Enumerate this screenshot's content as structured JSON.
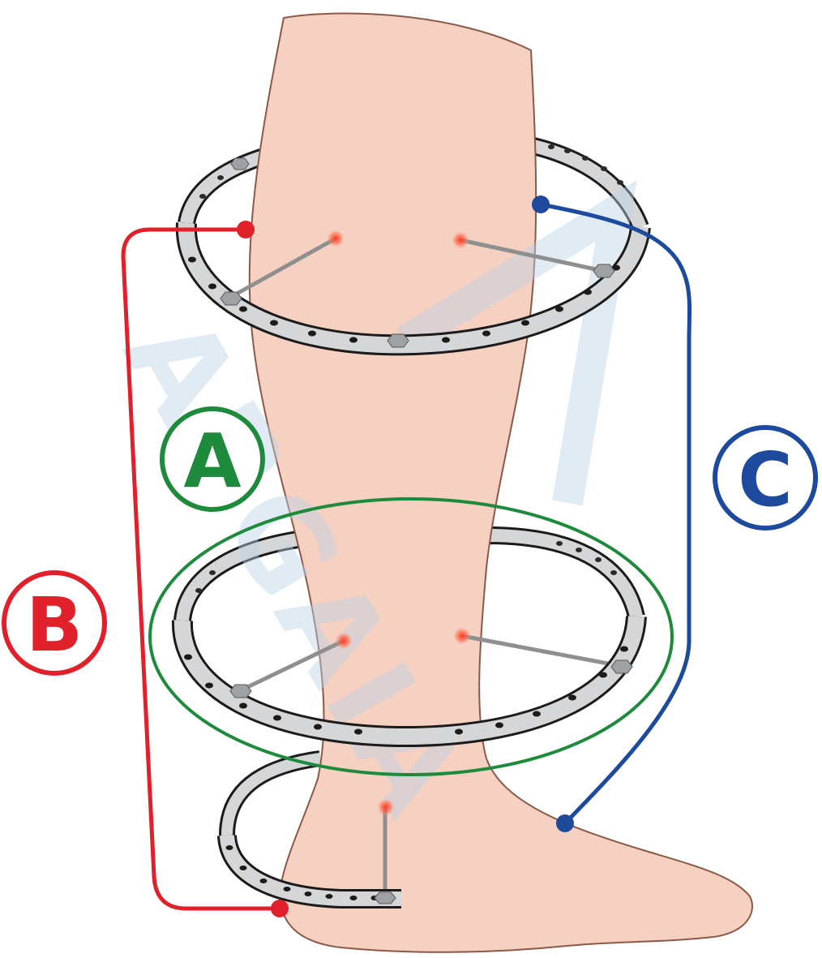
{
  "labels": {
    "a": "A",
    "b": "B",
    "c": "C"
  },
  "watermark": "ARGAIA",
  "colors": {
    "label_a": "#1e8a3c",
    "label_b": "#e0202a",
    "label_c": "#1d4a9c",
    "skin": "#f6d0c1",
    "skin_outline": "#8a5a48",
    "ring": "#d4d6d8",
    "ring_edge": "#1b1b1b",
    "wire": "#8f8f8f",
    "pin_point": "#e8402a",
    "watermark": "#b9d3e6"
  }
}
